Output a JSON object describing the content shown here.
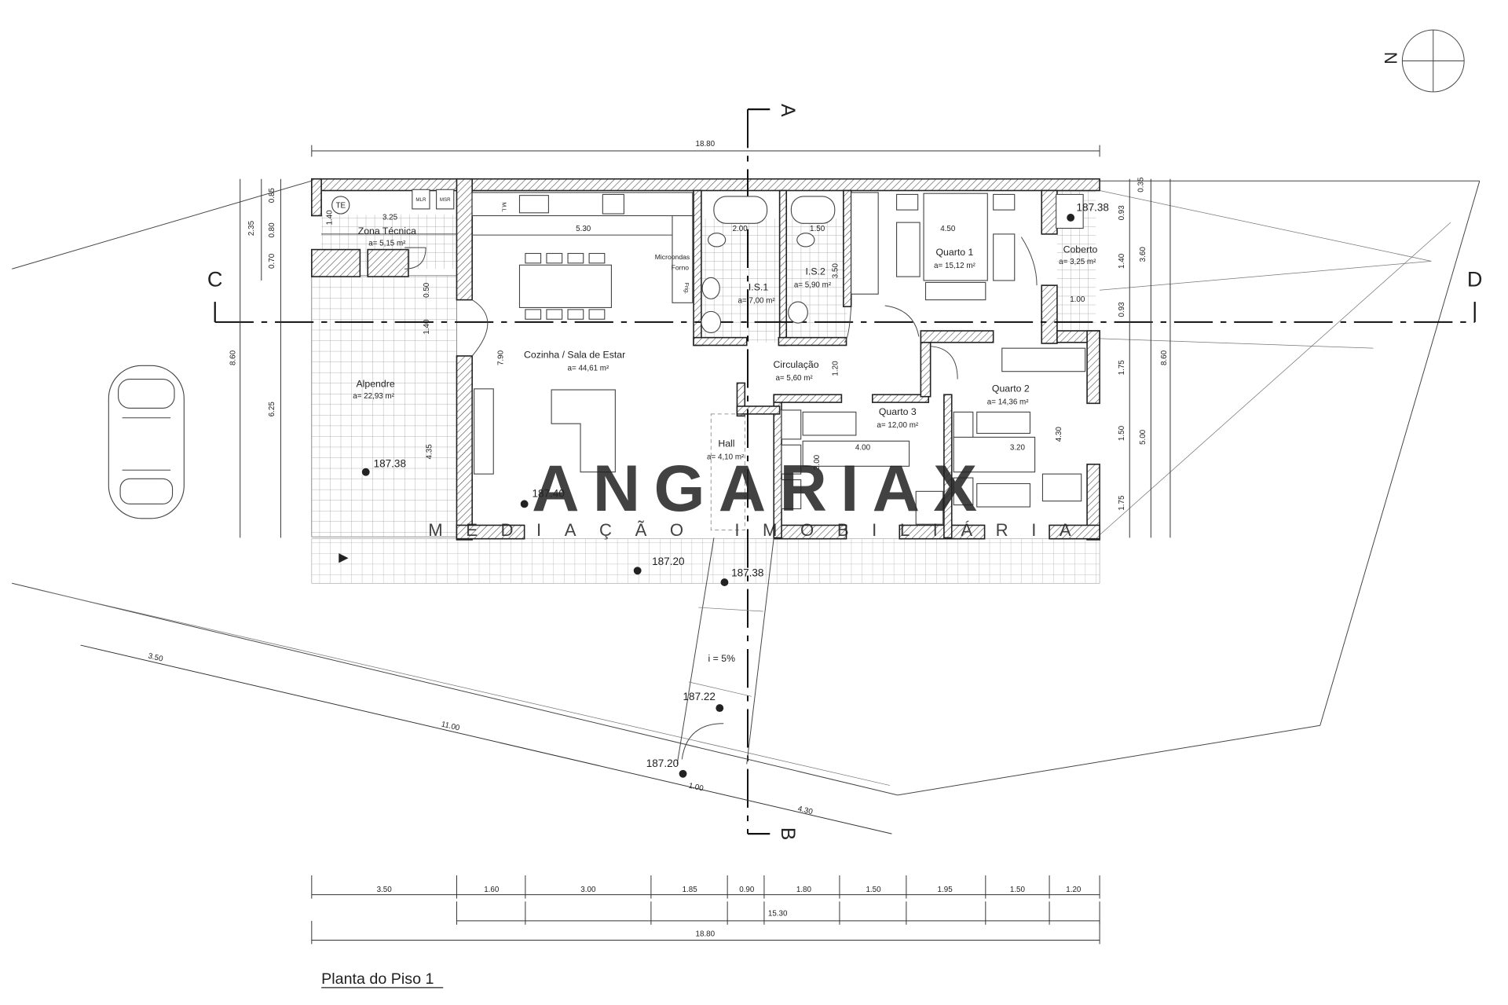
{
  "compass": {
    "north_label": "N"
  },
  "sections": {
    "a": "A",
    "b": "B",
    "c": "C",
    "d": "D"
  },
  "rooms": {
    "zona_tecnica": {
      "name": "Zona Técnica",
      "area": "a= 5,15 m²",
      "te": "TE",
      "mlr": "MLR",
      "msr": "MSR",
      "ml": "M.L"
    },
    "cozinha": {
      "name": "Cozinha / Sala de Estar",
      "area": "a= 44,61 m²",
      "micro": "Microondas",
      "forno": "Forno",
      "frig": "Frig."
    },
    "is1": {
      "name": "I.S.1",
      "area": "a= 7,00 m²"
    },
    "is2": {
      "name": "I.S.2",
      "area": "a= 5,90 m²"
    },
    "quarto1": {
      "name": "Quarto 1",
      "area": "a= 15,12 m²"
    },
    "coberto": {
      "name": "Coberto",
      "area": "a= 3,25 m²"
    },
    "alpendre": {
      "name": "Alpendre",
      "area": "a= 22,93 m²"
    },
    "circulacao": {
      "name": "Circulação",
      "area": "a= 5,60 m²"
    },
    "quarto2": {
      "name": "Quarto 2",
      "area": "a= 14,36 m²"
    },
    "quarto3": {
      "name": "Quarto 3",
      "area": "a= 12,00 m²"
    },
    "hall": {
      "name": "Hall",
      "area": "a= 4,10 m²"
    }
  },
  "levels": {
    "coberto": "187.38",
    "alpendre": "187.38",
    "interior": "187.40",
    "exterior": "187.20",
    "ramp_top": "187.38",
    "ramp_mid": "187.22",
    "ramp_bottom": "187.20"
  },
  "ramp_slope": "i = 5%",
  "dimensions": {
    "top_total": "18.80",
    "left": [
      "0.85",
      "0.80",
      "0.70",
      "2.35",
      "8.60",
      "6.25"
    ],
    "right": [
      "0.35",
      "0.93",
      "1.40",
      "0.93",
      "3.60",
      "1.75",
      "1.50",
      "1.75",
      "5.00",
      "8.60"
    ],
    "bottom_segments": [
      "3.50",
      "1.60",
      "3.00",
      "1.85",
      "0.90",
      "1.80",
      "1.50",
      "1.95",
      "1.50",
      "1.20"
    ],
    "bottom_mid": "15.30",
    "bottom_total": "18.80",
    "interior": {
      "zt_width": "3.25",
      "zt_height": "1.40",
      "kitchen_width": "5.30",
      "is1_width": "2.00",
      "is2_width": "1.50",
      "is2_height": "3.50",
      "q1_width": "4.50",
      "coberto_width": "1.00",
      "door_gap": "0.50",
      "wall_gap": "1.40",
      "kitchen_height": "7.90",
      "circ_height": "1.20",
      "alpendre_height": "4.35",
      "q3_width": "4.00",
      "q3_height": "3.00",
      "q2_width": "3.20",
      "q2_height": "4.30"
    },
    "site": {
      "a": "3.50",
      "b": "11.00",
      "c": "1.00",
      "d": "4.30"
    }
  },
  "title": "Planta do Piso 1",
  "watermark": {
    "brand": "ANGARIAX",
    "sub": "MEDIAÇÃO IMOBILIÁRIA"
  }
}
